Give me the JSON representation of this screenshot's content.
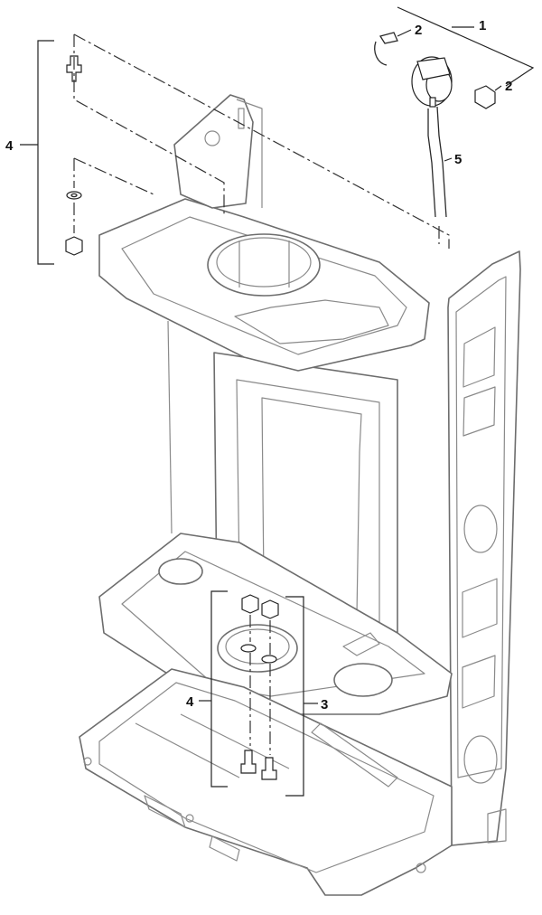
{
  "callouts": {
    "c1": "1",
    "c2a": "2",
    "c2b": "2",
    "c3": "3",
    "c4a": "4",
    "c4b": "4",
    "c5": "5"
  }
}
